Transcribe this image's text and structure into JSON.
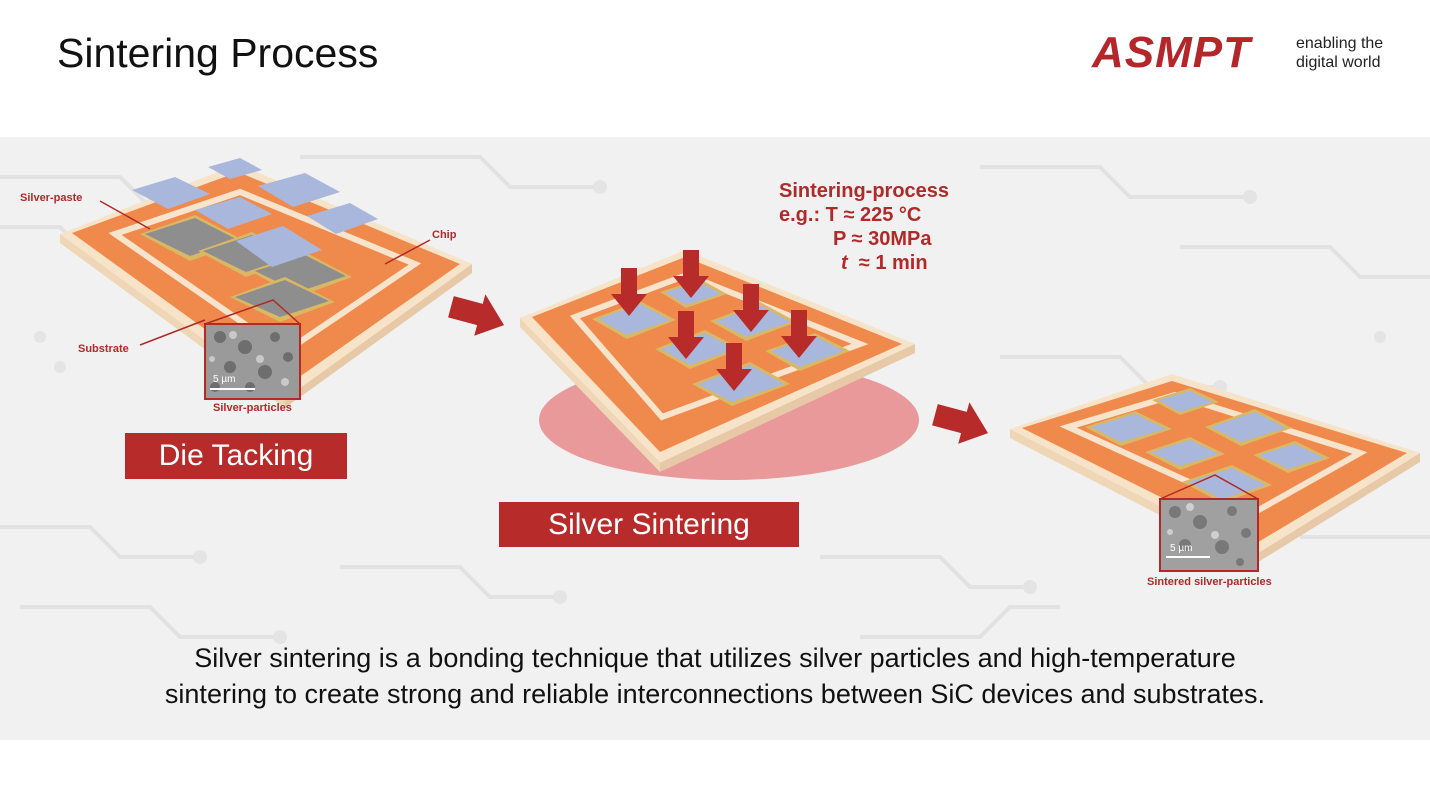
{
  "slide": {
    "title": "Sintering Process",
    "logo": {
      "wordmark": "ASMPT",
      "tagline_line1": "enabling the",
      "tagline_line2": "digital world",
      "color": "#b5262a"
    },
    "caption_line1": "Silver sintering is a bonding technique that utilizes silver particles and high-temperature",
    "caption_line2": "sintering to create strong and reliable interconnections between SiC devices and substrates."
  },
  "diagram": {
    "stage1": {
      "label": "Die Tacking",
      "annotations": {
        "silver_paste": "Silver-paste",
        "chip": "Chip",
        "substrate": "Substrate",
        "silver_particles": "Silver-particles",
        "scale": "5 µm"
      }
    },
    "stage2": {
      "label": "Silver Sintering",
      "params": {
        "heading": "Sintering-process",
        "line1": "e.g.: T ≈ 225 °C",
        "line2": "P ≈ 30MPa",
        "line3_symbol": "t",
        "line3_rest": "≈ 1 min"
      }
    },
    "stage3": {
      "annotations": {
        "sintered": "Sintered silver-particles",
        "scale": "5 µm"
      }
    },
    "colors": {
      "accent": "#b72b2b",
      "copper": "#f0894c",
      "chip": "#a9b7dc",
      "background": "#f1f1f1"
    }
  }
}
